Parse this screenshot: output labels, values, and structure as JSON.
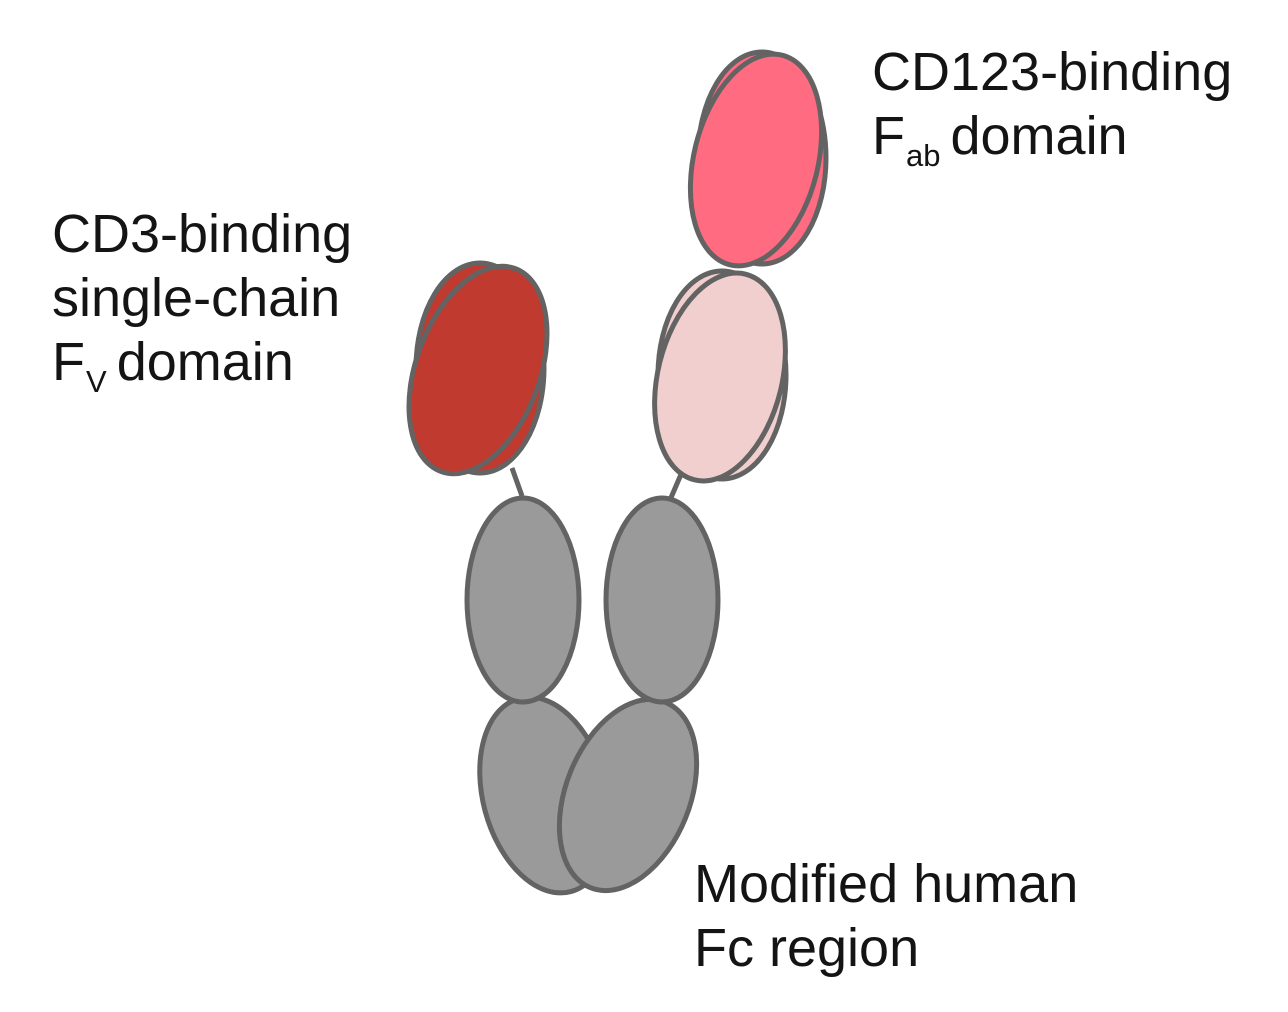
{
  "colors": {
    "outline": "#636363",
    "fab_domain": "#ff6b80",
    "fv_domain": "#c13a30",
    "light_arm": "#f2cfcf",
    "fc_domain": "#9a9a9a",
    "text": "#141414"
  },
  "labels": {
    "cd123": {
      "line1": "CD123-binding",
      "line2_main": "F",
      "line2_sub": "ab",
      "line2_rest": "domain"
    },
    "cd3": {
      "line1": "CD3-binding",
      "line2": "single-chain",
      "line3_main": "F",
      "line3_sub": "V",
      "line3_rest": "domain"
    },
    "fc": {
      "line1": "Modified human",
      "line2": "Fc region"
    }
  }
}
